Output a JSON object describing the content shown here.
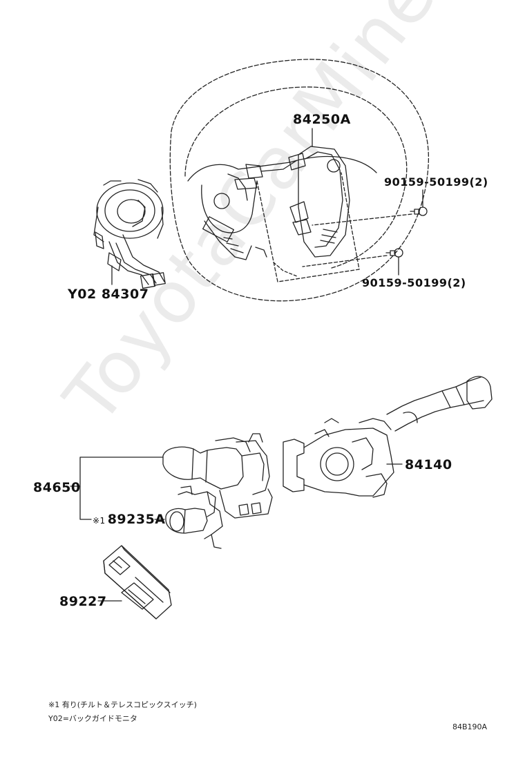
{
  "parts": {
    "steering_pad": "84250A",
    "screw_upper": "90159-50199(2)",
    "screw_lower": "90159-50199(2)",
    "spiral_cable": "Y02 84307",
    "wiper_switch": "84650",
    "tilt_switch": "89235A",
    "tilt_marker": "※1",
    "combination_switch": "84140",
    "module": "89227"
  },
  "notes": {
    "line1": "※1 有り(チルト＆テレスコピックスイッチ)",
    "line2": "Y02=バックガイドモニタ"
  },
  "figure_code": "84B190A",
  "watermark": "ToyotaCarMine.ru"
}
